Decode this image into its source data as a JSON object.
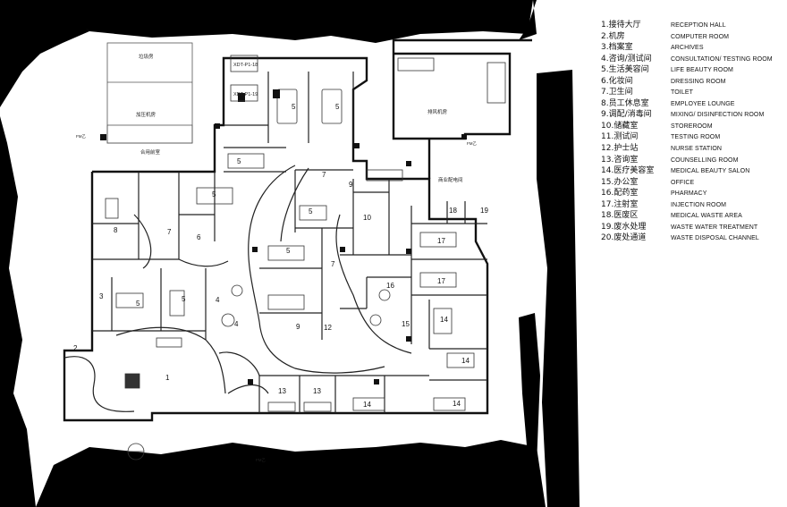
{
  "legend": [
    {
      "cn": "1.接待大厅",
      "en": "RECEPTION HALL"
    },
    {
      "cn": "2.机房",
      "en": "COMPUTER ROOM"
    },
    {
      "cn": "3.档案室",
      "en": "ARCHIVES"
    },
    {
      "cn": "4.咨询/测试间",
      "en": "CONSULTATION/ TESTING ROOM"
    },
    {
      "cn": "5.生活美容间",
      "en": "LIFE BEAUTY ROOM"
    },
    {
      "cn": "6.化妆间",
      "en": "DRESSING ROOM"
    },
    {
      "cn": "7.卫生间",
      "en": "TOILET"
    },
    {
      "cn": "8.员工休息室",
      "en": "EMPLOYEE LOUNGE"
    },
    {
      "cn": "9.调配/消毒间",
      "en": "MIXING/ DISINFECTION ROOM"
    },
    {
      "cn": "10.储藏室",
      "en": "STOREROOM"
    },
    {
      "cn": "11.测试间",
      "en": "TESTING ROOM"
    },
    {
      "cn": "12.护士站",
      "en": "NURSE STATION"
    },
    {
      "cn": "13.咨询室",
      "en": "COUNSELLING ROOM"
    },
    {
      "cn": "14.医疗美容室",
      "en": "MEDICAL BEAUTY SALON"
    },
    {
      "cn": "15.办公室",
      "en": "OFFICE"
    },
    {
      "cn": "16.配药室",
      "en": "PHARMACY"
    },
    {
      "cn": "17.注射室",
      "en": "INJECTION ROOM"
    },
    {
      "cn": "18.医废区",
      "en": "MEDICAL WASTE AREA"
    },
    {
      "cn": "19.废水处理",
      "en": "WASTE WATER TREATMENT"
    },
    {
      "cn": "20.废处通道",
      "en": "WASTE DISPOSAL CHANNEL"
    }
  ],
  "plan_labels": {
    "shaft_1": "XDT-P1-18",
    "shaft_2": "XDT-P1-19",
    "neighbor_top": "垃圾房",
    "neighbor_mid": "加压机房",
    "neighbor_right": "排风机房",
    "neighbor_power": "商业配电间",
    "corridor": "合用前室",
    "door_tag_1": "FM乙",
    "door_tag_2": "FM乙",
    "door_tag_3": "FM乙"
  },
  "room_numbers": [
    "1",
    "2",
    "3",
    "4",
    "4",
    "5",
    "5",
    "5",
    "5",
    "5",
    "5",
    "5",
    "5",
    "6",
    "7",
    "7",
    "7",
    "8",
    "9",
    "9",
    "10",
    "12",
    "13",
    "13",
    "14",
    "14",
    "14",
    "14",
    "15",
    "16",
    "17",
    "17",
    "18",
    "19"
  ]
}
